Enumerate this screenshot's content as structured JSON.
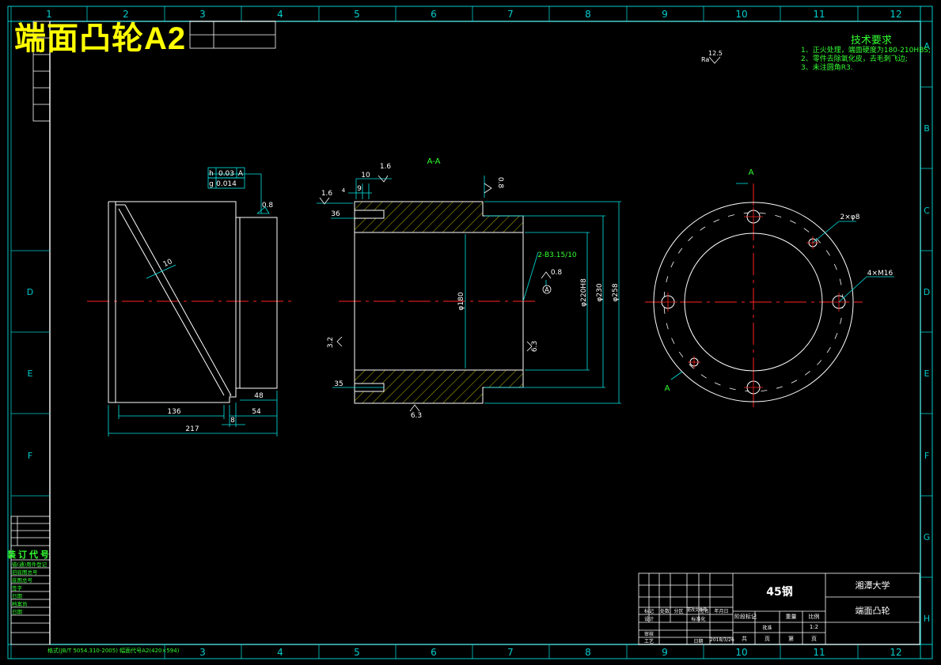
{
  "title": {
    "name": "端面凸轮",
    "code": "A2"
  },
  "zone_columns": [
    "1",
    "2",
    "3",
    "4",
    "5",
    "6",
    "7",
    "8",
    "9",
    "10",
    "11",
    "12"
  ],
  "zone_rows": [
    "A",
    "B",
    "C",
    "D",
    "E",
    "F",
    "G",
    "H"
  ],
  "technical_requirements": {
    "heading": "技术要求",
    "items": [
      "1、正火处理，端面硬度为180-210HBS;",
      "2、零件去除氧化皮，去毛刺飞边;",
      "3、未注圆角R3."
    ]
  },
  "general_roughness": {
    "value": "12.5",
    "prefix": "Ra"
  },
  "section_labels": {
    "section_view": "A-A",
    "cut_mark": "A",
    "datum": "A"
  },
  "left_view": {
    "dims": {
      "groove_width": "10",
      "d136": "136",
      "d8": "8",
      "d48": "48",
      "d54": "54",
      "d217": "217"
    },
    "roughness": "0.8",
    "tolerance_frame": [
      {
        "symbol": "h",
        "value": "0.03",
        "datum": "A"
      },
      {
        "symbol": "g",
        "value": "0.014",
        "datum": ""
      }
    ]
  },
  "section_view": {
    "dims": {
      "d10": "10",
      "d9": "9",
      "d4": "4",
      "d36": "36",
      "d35": "35",
      "d180": "φ180",
      "d220": "φ220H8",
      "d230": "φ230",
      "d258": "φ258"
    },
    "roughness": {
      "top": "1.6",
      "left": "1.6",
      "right_top": "0.8",
      "center": "0.8",
      "left_mid": "3.2",
      "right_mid": "6.3",
      "bottom": "6.3"
    },
    "center_hole": "2-B3.15/10"
  },
  "front_view": {
    "holes_small": "2×φ8",
    "holes_threaded": "4×M16"
  },
  "title_block": {
    "material": "45钢",
    "school": "湘潭大学",
    "part_name": "端面凸轮",
    "scale_label": "比例",
    "scale": "1:2",
    "stage_label": "阶段标记",
    "weight_label": "重量",
    "sheet_total": "共",
    "sheet_page": "页",
    "sheet_of": "第",
    "design": "设计",
    "review": "审核",
    "process": "工艺",
    "date": "日期",
    "approve": "批准",
    "marks": "标记",
    "count": "处数",
    "zone": "分区",
    "change_doc": "更改文件号",
    "signature": "签名",
    "sign_date": "年月日",
    "standardization": "标准化",
    "date_value": "2018/3/26"
  },
  "binding_label": "装订代号",
  "side_rows": [
    "借(通)用件登记",
    "旧底图总号",
    "底图总号",
    "签字",
    "日期",
    "档案员",
    "日期"
  ],
  "footer": "格式(JB/T 5054.310-2005)  幅面代号A2(420×594)"
}
